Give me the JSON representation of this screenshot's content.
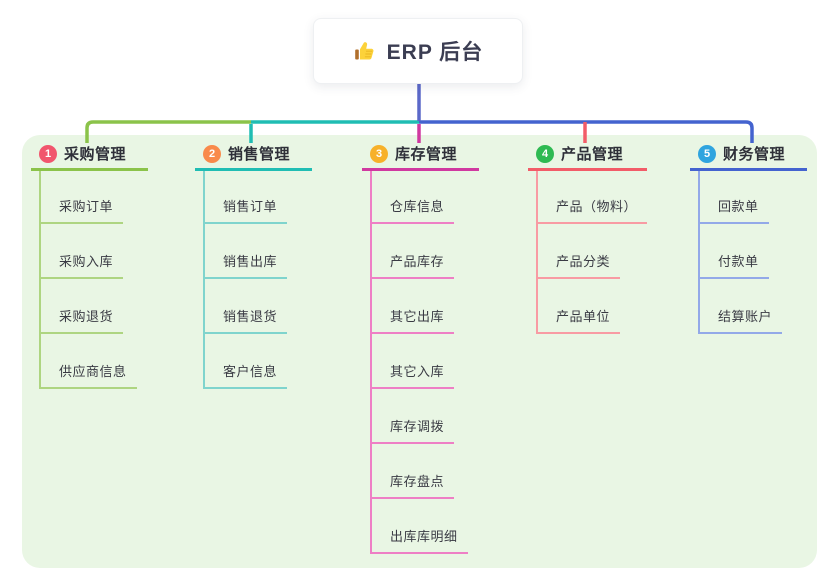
{
  "root": {
    "label": "ERP 后台",
    "icon": "thumbs-up-icon"
  },
  "branches": [
    {
      "index": "1",
      "label": "采购管理",
      "badge_color": "#f1566d",
      "line_color": "#8bc34a",
      "child_line_color": "#aed581",
      "children": [
        "采购订单",
        "采购入库",
        "采购退货",
        "供应商信息"
      ]
    },
    {
      "index": "2",
      "label": "销售管理",
      "badge_color": "#f98a4b",
      "line_color": "#20bdb3",
      "child_line_color": "#7fd4cd",
      "children": [
        "销售订单",
        "销售出库",
        "销售退货",
        "客户信息"
      ]
    },
    {
      "index": "3",
      "label": "库存管理",
      "badge_color": "#f7b12a",
      "line_color": "#d039a0",
      "child_line_color": "#ee7fc5",
      "children": [
        "仓库信息",
        "产品库存",
        "其它出库",
        "其它入库",
        "库存调拨",
        "库存盘点",
        "出库库明细"
      ]
    },
    {
      "index": "4",
      "label": "产品管理",
      "badge_color": "#2eba52",
      "line_color": "#f25c68",
      "child_line_color": "#f89ba3",
      "children": [
        "产品（物料）",
        "产品分类",
        "产品单位"
      ]
    },
    {
      "index": "5",
      "label": "财务管理",
      "badge_color": "#2fa4df",
      "line_color": "#4463cf",
      "child_line_color": "#93a9e8",
      "children": [
        "回款单",
        "付款单",
        "结算账户"
      ]
    }
  ],
  "colors": {
    "canvas_bg": "#ffffff",
    "panel_bg": "#e9f6e4",
    "root_connector": "#5b68c9"
  }
}
